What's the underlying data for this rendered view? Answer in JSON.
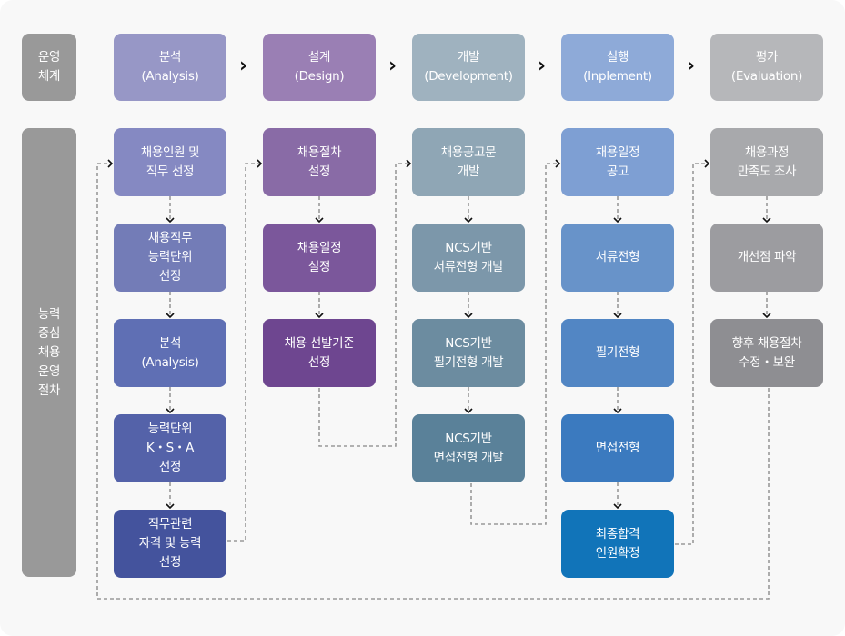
{
  "row_labels": {
    "system": "운영\n체계",
    "procedure": "능력\n중심\n채용\n운영\n절차"
  },
  "separator_icon": "chevron-right-icon",
  "phases": [
    {
      "label": "분석\n(Analysis)",
      "color": "#9797c6"
    },
    {
      "label": "설계\n(Design)",
      "color": "#9a7fb4"
    },
    {
      "label": "개발\n(Development)",
      "color": "#9fb2bf"
    },
    {
      "label": "실행\n(Inplement)",
      "color": "#8eaad8"
    },
    {
      "label": "평가\n(Evaluation)",
      "color": "#b6b7ba"
    }
  ],
  "columns": [
    {
      "steps": [
        {
          "label": "채용인원 및\n직무 선정",
          "color": "#8589c2"
        },
        {
          "label": "채용직무\n능력단위\n선정",
          "color": "#737cb7"
        },
        {
          "label": "분석\n(Analysis)",
          "color": "#5f6fb4"
        },
        {
          "label": "능력단위\nK・S・A\n선정",
          "color": "#5462a9"
        },
        {
          "label": "직무관련\n자격 및 능력\n선정",
          "color": "#44539d"
        }
      ]
    },
    {
      "steps": [
        {
          "label": "채용절차\n설정",
          "color": "#896ba6"
        },
        {
          "label": "채용일정\n설정",
          "color": "#7b579b"
        },
        {
          "label": "채용 선발기준\n선정",
          "color": "#6e4690"
        }
      ]
    },
    {
      "steps": [
        {
          "label": "채용공고문\n개발",
          "color": "#8fa6b5"
        },
        {
          "label": "NCS기반\n서류전형 개발",
          "color": "#7c97aa"
        },
        {
          "label": "NCS기반\n필기전형 개발",
          "color": "#6c8ca0"
        },
        {
          "label": "NCS기반\n면접전형 개발",
          "color": "#5a8199"
        }
      ]
    },
    {
      "steps": [
        {
          "label": "채용일정\n공고",
          "color": "#7e9fd3"
        },
        {
          "label": "서류전형",
          "color": "#6893c9"
        },
        {
          "label": "필기전형",
          "color": "#5286c4"
        },
        {
          "label": "면접전형",
          "color": "#3b7abf"
        },
        {
          "label": "최종합격\n인원확정",
          "color": "#1174b9"
        }
      ]
    },
    {
      "steps": [
        {
          "label": "채용과정\n만족도 조사",
          "color": "#a8a9ac"
        },
        {
          "label": "개선점 파악",
          "color": "#9c9ca0"
        },
        {
          "label": "향후 채용절차\n수정・보완",
          "color": "#8e8e92"
        }
      ]
    }
  ],
  "colors": {
    "label_bg": "#999999",
    "connector": "#999999",
    "arrow": "#111111",
    "background": "#f8f8f8"
  }
}
